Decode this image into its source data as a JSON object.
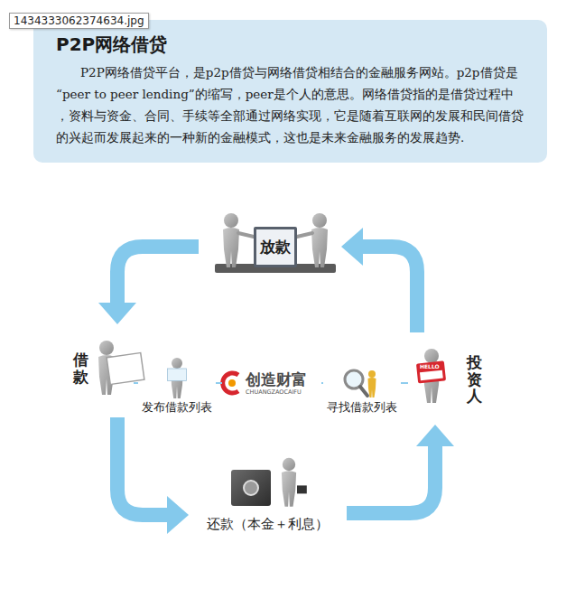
{
  "diagram": {
    "nodes": [
      {
        "text": [
          "P2P网络借贷",
          "P2P网络借贷平台，是p2p借贷与网络借贷相结合的金融服务网站。p2p借贷是 “peer to peer lending”的缩写，peer是个人的意思。网络借贷指的是借贷过程中 ，资料与资金、合同、手续等全部通过网络实现，它是随着互联网的发展和民间借贷 的兴起而发展起来的一种新的金融模式，这也是未来金融服务的发展趋势."
        ]
      },
      {
        "text": [
          "放款"
        ]
      },
      {
        "text": [
          "借款"
        ]
      },
      {
        "text": [
          "发布借款列表"
        ]
      },
      {
        "text": [
          "创造财富",
          "CHUANGZAOCAIFU"
        ]
      },
      {
        "text": [
          "寻找借款列表"
        ]
      },
      {
        "text": [
          "投资人"
        ]
      },
      {
        "text": [
          "还款（本金＋利息）"
        ]
      }
    ],
    "edges": [
      {
        "from": 1,
        "to": 2,
        "arrow": "to"
      },
      {
        "from": 2,
        "to": 7,
        "arrow": "to"
      },
      {
        "from": 7,
        "to": 6,
        "arrow": "to"
      },
      {
        "from": 6,
        "to": 1,
        "arrow": "to"
      },
      {
        "from": 2,
        "to": 3,
        "arrow": "none"
      },
      {
        "from": 3,
        "to": 4,
        "arrow": "none"
      },
      {
        "from": 4,
        "to": 5,
        "arrow": "none"
      },
      {
        "from": 5,
        "to": 6,
        "arrow": "none"
      }
    ],
    "labels": [
      "1434333062374634.jpg",
      "HELLO"
    ]
  }
}
